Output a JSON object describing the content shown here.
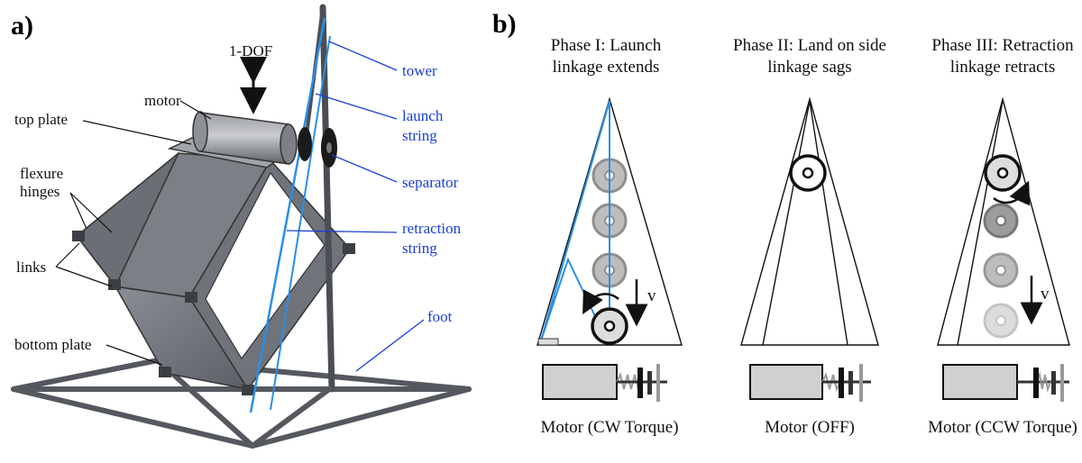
{
  "panel_a": {
    "label": "a)",
    "dof": "1-DOF",
    "labels": {
      "motor": "motor",
      "top_plate": "top plate",
      "flexure_hinges_1": "flexure",
      "flexure_hinges_2": "hinges",
      "links": "links",
      "bottom_plate": "bottom plate"
    },
    "blue_labels": {
      "tower": "tower",
      "launch_1": "launch",
      "launch_2": "string",
      "separator": "separator",
      "retraction_1": "retraction",
      "retraction_2": "string",
      "foot": "foot"
    }
  },
  "panel_b": {
    "label": "b)",
    "phases": [
      {
        "line1": "Phase I: Launch",
        "line2": "linkage extends",
        "motor": "Motor (CW Torque)",
        "arrow_label": "v"
      },
      {
        "line1": "Phase II: Land on side",
        "line2": "linkage sags",
        "motor": "Motor (OFF)"
      },
      {
        "line1": "Phase III: Retraction",
        "line2": "linkage retracts",
        "motor": "Motor (CCW Torque)",
        "arrow_label": "v"
      }
    ]
  },
  "colors": {
    "blue_text": "#1a3fd6",
    "string_blue": "#2a8fe6",
    "metal": "#6d7178",
    "ghost_wheel": "#b8b8b8",
    "motor_body": "#d0d0d0"
  }
}
